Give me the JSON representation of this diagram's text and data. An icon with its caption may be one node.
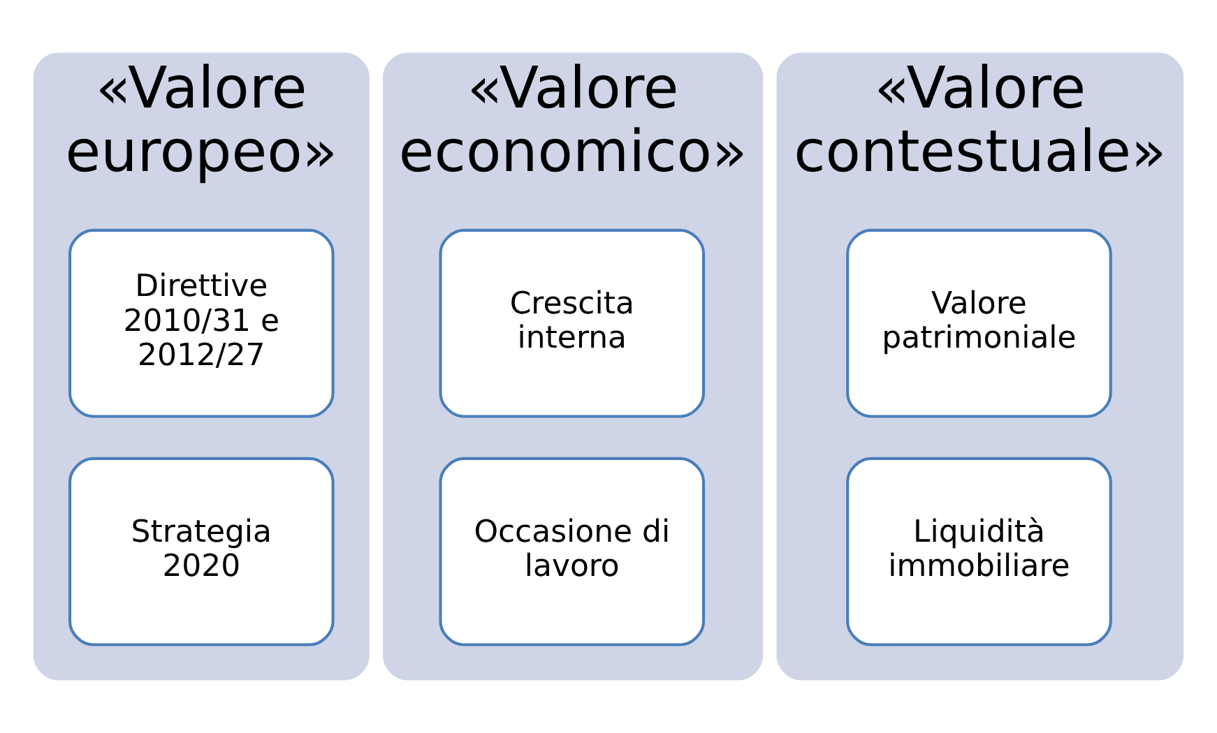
{
  "diagram": {
    "nodes": [
      {
        "text": [
          "«Valore europeo»"
        ]
      },
      {
        "text": [
          "Direttive 2010/31 e 2012/27"
        ],
        "in": 0
      },
      {
        "text": [
          "Strategia 2020"
        ],
        "in": 0
      },
      {
        "text": [
          "«Valore economico»"
        ]
      },
      {
        "text": [
          "Crescita interna"
        ],
        "in": 3
      },
      {
        "text": [
          "Occasione di lavoro"
        ],
        "in": 3
      },
      {
        "text": [
          "«Valore contestuale»"
        ]
      },
      {
        "text": [
          "Valore patrimoniale"
        ],
        "in": 6
      },
      {
        "text": [
          "Liquidità immobiliare"
        ],
        "in": 6
      }
    ],
    "edges": []
  }
}
